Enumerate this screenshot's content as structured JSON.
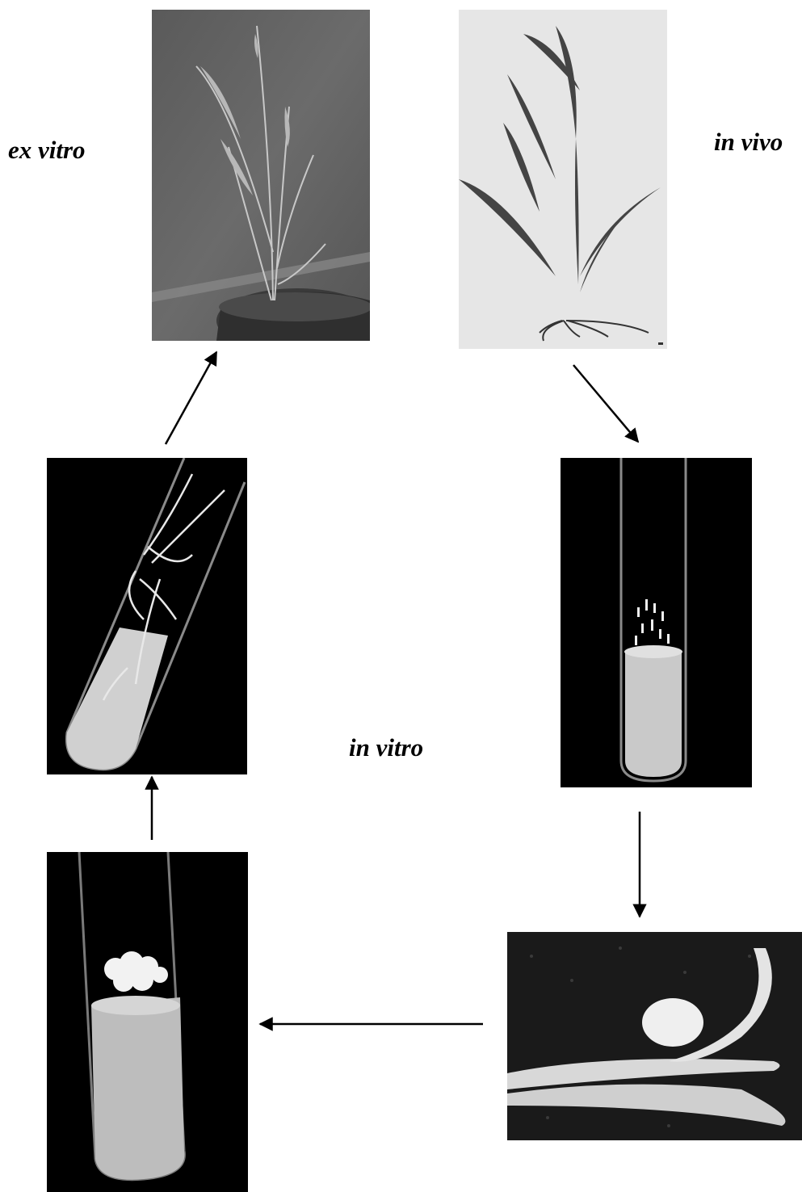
{
  "labels": {
    "ex_vitro": "ex vitro",
    "in_vivo": "in vivo",
    "in_vitro": "in vitro"
  },
  "photos": [
    {
      "name": "potted-plant-photo",
      "depicts": "regenerated grass plant growing in a pot"
    },
    {
      "name": "grass-plant-photo",
      "depicts": "whole grass plant with roots"
    },
    {
      "name": "explants-in-tube-photo",
      "depicts": "seed explants on medium in a test tube"
    },
    {
      "name": "callus-on-seedling-photo",
      "depicts": "callus forming on a germinating seedling"
    },
    {
      "name": "callus-in-tube-photo",
      "depicts": "callus culture in a test tube"
    },
    {
      "name": "rooted-shoots-in-tube-photo",
      "depicts": "rooted plantlets in a test tube"
    }
  ],
  "colors": {
    "arrow": "#000000",
    "text": "#000000",
    "tube_background": "#000000"
  }
}
